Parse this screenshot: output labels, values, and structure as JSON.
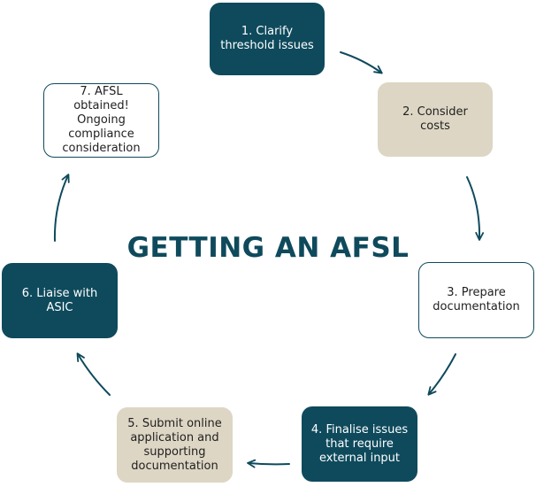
{
  "title": "GETTING AN AFSL",
  "steps": [
    {
      "label": "1. Clarify\nthreshold issues"
    },
    {
      "label": "2. Consider costs"
    },
    {
      "label": "3. Prepare\ndocumentation"
    },
    {
      "label": "4. Finalise issues\nthat require\nexternal input"
    },
    {
      "label": "5. Submit online\napplication and\nsupporting\ndocumentation"
    },
    {
      "label": "6. Liaise with\nASIC"
    },
    {
      "label": "7. AFSL obtained!\nOngoing\ncompliance\nconsideration"
    }
  ],
  "colors": {
    "dark": "#0e4a5c",
    "beige": "#ddd6c4",
    "outline": "#0e4a5c"
  }
}
